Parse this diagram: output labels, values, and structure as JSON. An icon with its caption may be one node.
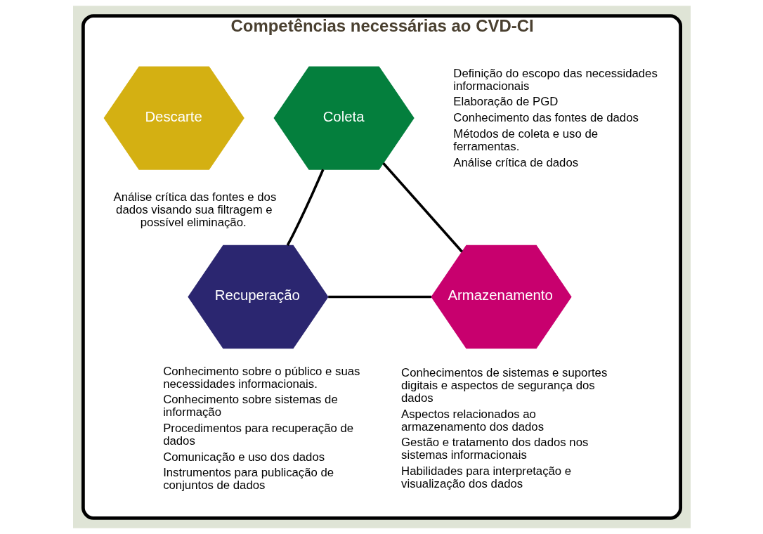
{
  "diagram": {
    "nodes": [
      {
        "text": [
          "Competências necessárias ao CVD-CI"
        ]
      },
      {
        "text": [
          "Descarte"
        ],
        "in": 0,
        "beside": [
          "Análise crítica das fontes e dos dados visando sua filtragem e possível eliminação."
        ]
      },
      {
        "text": [
          "Coleta"
        ],
        "in": 0,
        "beside": [
          "Definição do escopo das necessidades informacionais",
          "Elaboração de PGD",
          "Conhecimento das fontes de dados",
          "Métodos de coleta e uso de ferramentas.",
          "Análise crítica de dados"
        ]
      },
      {
        "text": [
          "Recuperação"
        ],
        "in": 0,
        "beside": [
          "Conhecimento sobre o público e suas necessidades informacionais.",
          "Conhecimento sobre sistemas de informação",
          "Procedimentos para recuperação de dados",
          "Comunicação e uso dos dados",
          "Instrumentos para publicação de conjuntos de dados"
        ]
      },
      {
        "text": [
          "Armazenamento"
        ],
        "in": 0,
        "beside": [
          "Conhecimentos de sistemas e suportes digitais e aspectos de segurança dos dados",
          "Aspectos relacionados ao armazenamento dos dados",
          "Gestão e tratamento dos dados nos sistemas informacionais",
          "Habilidades para interpretação e visualização dos dados"
        ]
      }
    ],
    "edges": [
      {
        "from": 2,
        "to": 3,
        "arrow": "none"
      },
      {
        "from": 2,
        "to": 4,
        "arrow": "none"
      },
      {
        "from": 3,
        "to": 4,
        "arrow": "none"
      }
    ]
  }
}
